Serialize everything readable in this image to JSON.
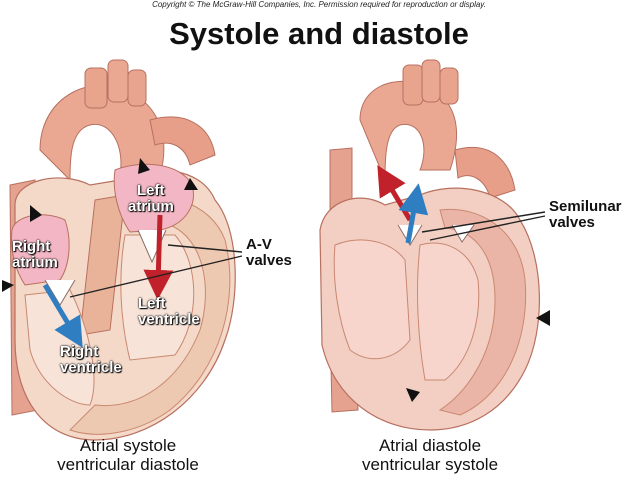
{
  "copyright": "Copyright © The McGraw-Hill Companies, Inc. Permission required for reproduction or display.",
  "title": "Systole and diastole",
  "left_diagram": {
    "labels": {
      "left_atrium": [
        "Left",
        "atrium"
      ],
      "right_atrium": [
        "Right",
        "atrium"
      ],
      "left_ventricle": [
        "Left",
        "ventricle"
      ],
      "right_ventricle": [
        "Right",
        "ventricle"
      ]
    },
    "caption": [
      "Atrial systole",
      "ventricular diastole"
    ]
  },
  "av_valves": [
    "A-V",
    "valves"
  ],
  "right_diagram": {
    "semilunar_valves": [
      "Semilunar",
      "valves"
    ],
    "caption": [
      "Atrial diastole",
      "ventricular systole"
    ]
  },
  "colors": {
    "heart_tissue": "#e9a48e",
    "heart_interior": "#f6c8c0",
    "atrium_fill": "#f3b6c4",
    "red_arrow": "#c0212a",
    "blue_arrow": "#2f7ec2"
  }
}
